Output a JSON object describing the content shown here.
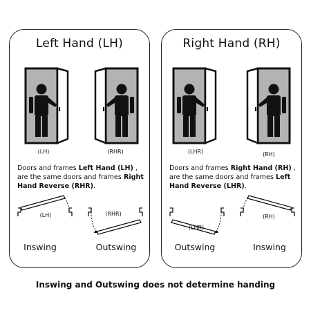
{
  "left_panel": {
    "title": "Left Hand (LH)",
    "door1_tag": "(LH)",
    "door2_tag": "(RHR)",
    "desc": {
      "t1": "Doors and frames ",
      "b1": "Left Hand (LH)",
      "t2": " , are the same doors and frames ",
      "b2": "Right Hand Reverse (RHR)",
      "t3": "."
    },
    "swing1_tag": "(LH)",
    "swing2_tag": "(RHR)",
    "swing1_label": "Inswing",
    "swing2_label": "Outswing"
  },
  "right_panel": {
    "title": "Right Hand (RH)",
    "door1_tag": "(LHR)",
    "door2_tag": "(RH)",
    "desc": {
      "t1": "Doors and frames ",
      "b1": "Right Hand (RH)",
      "t2": " , are the same doors and frames ",
      "b2": "Left Hand Reverse (LHR)",
      "t3": "."
    },
    "swing1_tag": "(LHR)",
    "swing2_tag": "(RH)",
    "swing1_label": "Outswing",
    "swing2_label": "Inswing"
  },
  "footer": "Inswing and Outswing does not determine handing",
  "colors": {
    "door_fill": "#b3b3b3",
    "line": "#111111"
  }
}
